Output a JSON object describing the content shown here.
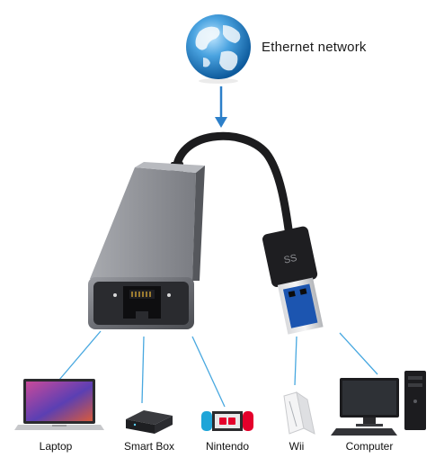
{
  "heading": "Ethernet network",
  "devices": [
    {
      "label": "Laptop",
      "icon": "laptop-icon"
    },
    {
      "label": "Smart Box",
      "icon": "smart-box-icon"
    },
    {
      "label": "Nintendo",
      "icon": "nintendo-switch-icon"
    },
    {
      "label": "Wii",
      "icon": "wii-console-icon"
    },
    {
      "label": "Computer",
      "icon": "desktop-computer-icon"
    }
  ],
  "colors": {
    "globe": "#1e7fc4",
    "arrow": "#2c7fc9",
    "connector_lines": "#48a8e0",
    "adapter_body": "#6c6e74",
    "usb_tongue": "#1c55b0"
  }
}
